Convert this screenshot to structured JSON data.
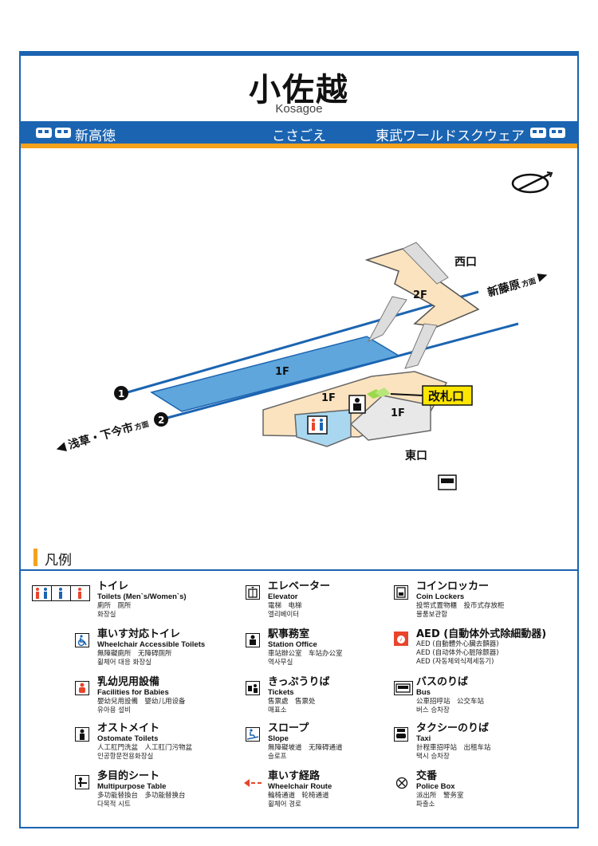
{
  "station": {
    "name_ja": "小佐越",
    "name_en": "Kosagoe",
    "name_kana": "こさごえ"
  },
  "line_bar": {
    "left_station": "新高徳",
    "right_station": "東武ワールドスクウェア"
  },
  "map": {
    "floor_2f": "2F",
    "platform_1f": "1F",
    "concourse_1f": "1F",
    "gate_area_1f": "1F",
    "west_exit": "西口",
    "east_exit": "東口",
    "ticket_gate": "改札口",
    "direction_right": "新藤原",
    "direction_right_suffix": "方面",
    "direction_left": "浅草・下今市",
    "direction_left_suffix": "方面",
    "track_1": "1",
    "track_2": "2"
  },
  "legend": {
    "title": "凡例",
    "items": [
      {
        "ja": "トイレ",
        "en": "Toilets (Men`s/Women`s)",
        "sub1": "廁所　厕所",
        "sub2": "화장실"
      },
      {
        "ja": "車いす対応トイレ",
        "en": "Wheelchair Accessible Toilets",
        "sub1": "無障礙廁所　无障碍厕所",
        "sub2": "휠체어 대응 화장실"
      },
      {
        "ja": "乳幼児用設備",
        "en": "Facilities for Babies",
        "sub1": "嬰幼兒用設備　婴幼儿用设备",
        "sub2": "유아용 설비"
      },
      {
        "ja": "オストメイト",
        "en": "Ostomate Toilets",
        "sub1": "人工肛門洗盆　人工肛门污物盆",
        "sub2": "인공항문전용화장실"
      },
      {
        "ja": "多目的シート",
        "en": "Multipurpose Table",
        "sub1": "多功能替換台　多功能替换台",
        "sub2": "다목적 시트"
      },
      {
        "ja": "エレベーター",
        "en": "Elevator",
        "sub1": "電梯　电梯",
        "sub2": "엘리베이터"
      },
      {
        "ja": "駅事務室",
        "en": "Station Office",
        "sub1": "車站辦公室　车站办公室",
        "sub2": "역사무실"
      },
      {
        "ja": "きっぷうりば",
        "en": "Tickets",
        "sub1": "售票處　售票处",
        "sub2": "매표소"
      },
      {
        "ja": "スロープ",
        "en": "Slope",
        "sub1": "無障礙坡道　无障碍通道",
        "sub2": "슬로프"
      },
      {
        "ja": "車いす経路",
        "en": "Wheelchair Route",
        "sub1": "輪椅通道　轮椅通道",
        "sub2": "휠체어 경로"
      },
      {
        "ja": "コインロッカー",
        "en": "Coin Lockers",
        "sub1": "投幣式置物櫃　投币式存放柜",
        "sub2": "물품보관함"
      },
      {
        "ja": "AED (自動体外式除細動器)",
        "en": "AED (自動體外心臟去顫器)",
        "sub1": "AED (自动体外心脏除颤器)",
        "sub2": "AED (자동체외식제세동기)"
      },
      {
        "ja": "バスのりば",
        "en": "Bus",
        "sub1": "公車招呼站　公交车站",
        "sub2": "버스 승차장"
      },
      {
        "ja": "タクシーのりば",
        "en": "Taxi",
        "sub1": "計程車招呼站　出租车站",
        "sub2": "택시 승차장"
      },
      {
        "ja": "交番",
        "en": "Police Box",
        "sub1": "派出所　警务室",
        "sub2": "파출소"
      }
    ]
  },
  "colors": {
    "line_blue": "#1b64b1",
    "accent_orange": "#f5a21c",
    "platform_blue": "#5ea6dc",
    "floor_beige": "#fbe3bf",
    "gate_yellow": "#ffe600",
    "route_red": "#e8452c"
  },
  "icons": {
    "compass": "compass-icon",
    "toilet": "toilet-icon",
    "office": "station-office-icon",
    "bus": "bus-icon",
    "train": "train-icon"
  }
}
